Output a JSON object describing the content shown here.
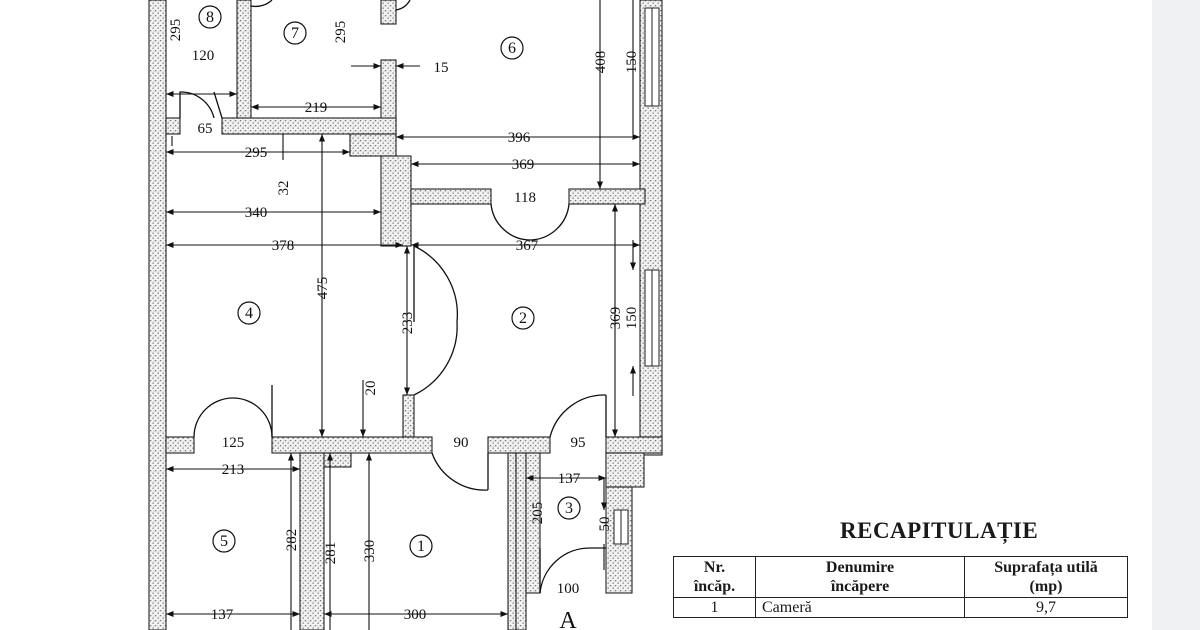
{
  "rooms": [
    "1",
    "2",
    "3",
    "4",
    "5",
    "6",
    "7",
    "8"
  ],
  "dimensions": {
    "d295_top": "295",
    "d120": "120",
    "d65": "65",
    "d295_vert_r7": "295",
    "d15": "15",
    "d219": "219",
    "d408": "408",
    "d150_top": "150",
    "d396": "396",
    "d295_mid": "295",
    "d369_h": "369",
    "d32": "32",
    "d118": "118",
    "d340": "340",
    "d378": "378",
    "d367": "367",
    "d475": "475",
    "d233": "233",
    "d369_v": "369",
    "d150_mid": "150",
    "d20": "20",
    "d125": "125",
    "d90": "90",
    "d95": "95",
    "d213": "213",
    "d137_r3": "137",
    "d205": "205",
    "d50": "50",
    "d282": "282",
    "d281": "281",
    "d330": "330",
    "d100": "100",
    "d137_bot": "137",
    "d300": "300"
  },
  "section_marker": "A",
  "recap": {
    "title": "RECAPITULAȚIE",
    "headers": [
      "Nr.\nîncăp.",
      "Denumire\nîncăpere",
      "Suprafața utilă\n(mp)"
    ],
    "rows": [
      {
        "nr": "1",
        "name": "Cameră",
        "area": "9,7"
      }
    ]
  }
}
